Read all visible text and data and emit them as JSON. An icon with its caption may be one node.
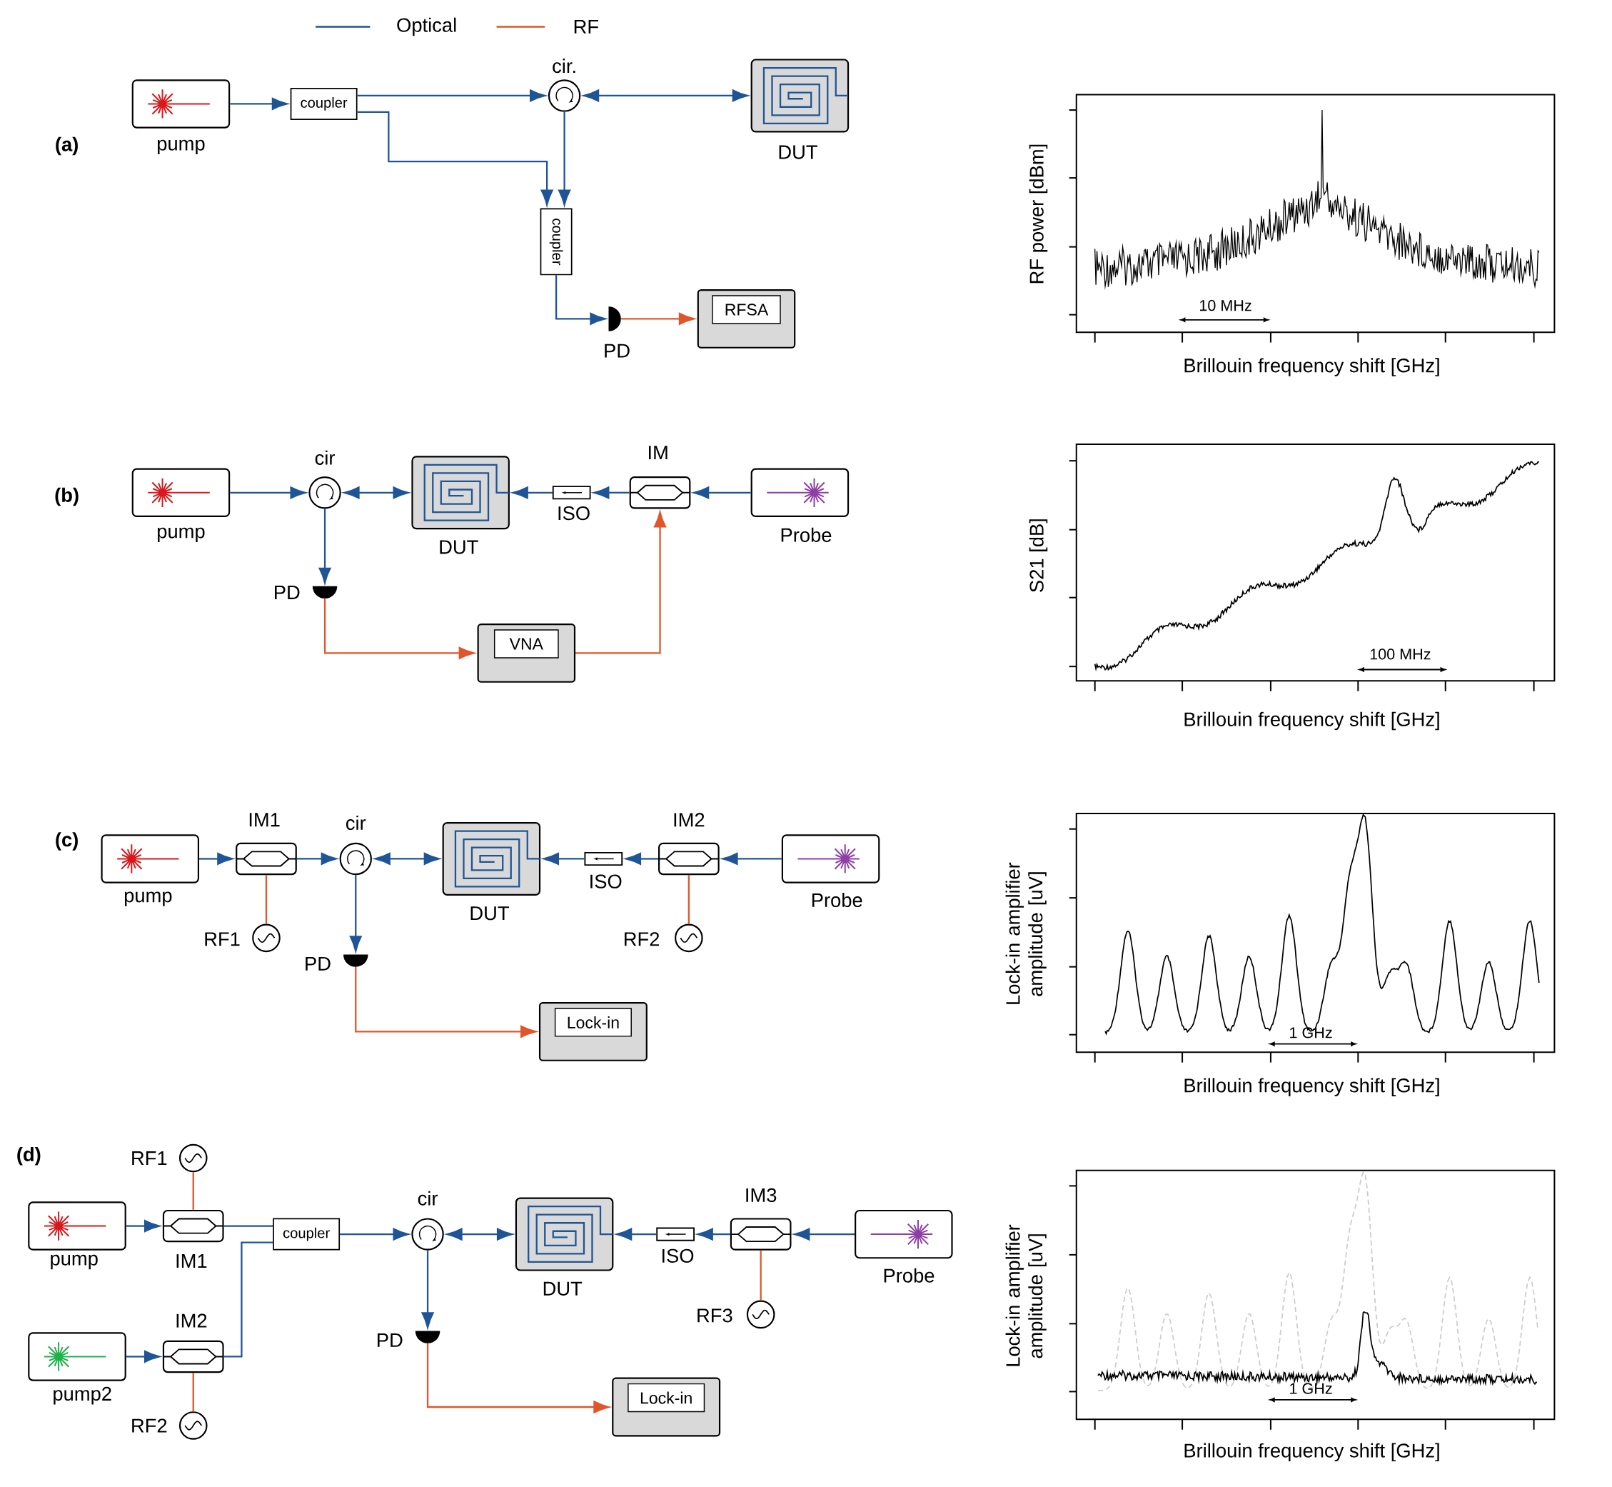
{
  "diagram": {
    "nodes": [
      {
        "text": [
          "pump"
        ]
      },
      {
        "text": [
          "coupler"
        ]
      },
      {
        "text": [
          "cir."
        ]
      },
      {
        "text": [
          "DUT"
        ]
      },
      {
        "text": [
          "coupler"
        ]
      },
      {
        "text": [
          "PD"
        ]
      },
      {
        "text": [
          "RFSA"
        ]
      },
      {
        "text": [
          "pump"
        ]
      },
      {
        "text": [
          "cir"
        ]
      },
      {
        "text": [
          "DUT"
        ]
      },
      {
        "text": [
          "ISO"
        ]
      },
      {
        "text": [
          "IM"
        ]
      },
      {
        "text": [
          "Probe"
        ]
      },
      {
        "text": [
          "PD"
        ]
      },
      {
        "text": [
          "VNA"
        ]
      },
      {
        "text": [
          "pump"
        ]
      },
      {
        "text": [
          "IM1"
        ]
      },
      {
        "text": [
          "RF1"
        ]
      },
      {
        "text": [
          "cir"
        ]
      },
      {
        "text": [
          "DUT"
        ]
      },
      {
        "text": [
          "ISO"
        ]
      },
      {
        "text": [
          "IM2"
        ]
      },
      {
        "text": [
          "RF2"
        ]
      },
      {
        "text": [
          "Probe"
        ]
      },
      {
        "text": [
          "PD"
        ]
      },
      {
        "text": [
          "Lock-in"
        ]
      },
      {
        "text": [
          "RF1"
        ]
      },
      {
        "text": [
          "pump"
        ]
      },
      {
        "text": [
          "IM1"
        ]
      },
      {
        "text": [
          "coupler"
        ]
      },
      {
        "text": [
          "pump2"
        ]
      },
      {
        "text": [
          "IM2"
        ]
      },
      {
        "text": [
          "RF2"
        ]
      },
      {
        "text": [
          "cir"
        ]
      },
      {
        "text": [
          "DUT"
        ]
      },
      {
        "text": [
          "ISO"
        ]
      },
      {
        "text": [
          "IM3"
        ]
      },
      {
        "text": [
          "RF3"
        ]
      },
      {
        "text": [
          "Probe"
        ]
      },
      {
        "text": [
          "PD"
        ]
      },
      {
        "text": [
          "Lock-in"
        ]
      }
    ],
    "edges": [
      {
        "from": 0,
        "to": 1,
        "arrow": "to"
      },
      {
        "from": 1,
        "to": 2,
        "arrow": "to"
      },
      {
        "from": 2,
        "to": 3,
        "arrow": "both"
      },
      {
        "from": 2,
        "to": 4,
        "arrow": "to"
      },
      {
        "from": 1,
        "to": 4,
        "arrow": "to"
      },
      {
        "from": 4,
        "to": 5,
        "arrow": "to"
      },
      {
        "from": 5,
        "to": 6,
        "arrow": "to",
        "color": "#e0562a"
      },
      {
        "from": 7,
        "to": 8,
        "arrow": "to"
      },
      {
        "from": 8,
        "to": 9,
        "arrow": "both"
      },
      {
        "from": 10,
        "to": 9,
        "arrow": "to"
      },
      {
        "from": 11,
        "to": 10,
        "arrow": "to"
      },
      {
        "from": 12,
        "to": 11,
        "arrow": "to"
      },
      {
        "from": 8,
        "to": 13,
        "arrow": "to"
      },
      {
        "from": 13,
        "to": 14,
        "arrow": "to",
        "color": "#e0562a"
      },
      {
        "from": 14,
        "to": 11,
        "arrow": "to",
        "color": "#e0562a"
      },
      {
        "from": 15,
        "to": 16,
        "arrow": "to"
      },
      {
        "from": 17,
        "to": 16,
        "arrow": "none",
        "color": "#e0562a"
      },
      {
        "from": 16,
        "to": 18,
        "arrow": "to"
      },
      {
        "from": 18,
        "to": 19,
        "arrow": "both"
      },
      {
        "from": 20,
        "to": 19,
        "arrow": "to"
      },
      {
        "from": 21,
        "to": 20,
        "arrow": "to"
      },
      {
        "from": 22,
        "to": 21,
        "arrow": "none",
        "color": "#e0562a"
      },
      {
        "from": 23,
        "to": 21,
        "arrow": "to"
      },
      {
        "from": 18,
        "to": 24,
        "arrow": "to"
      },
      {
        "from": 24,
        "to": 25,
        "arrow": "to",
        "color": "#e0562a"
      },
      {
        "from": 26,
        "to": 28,
        "arrow": "none",
        "color": "#e0562a"
      },
      {
        "from": 27,
        "to": 28,
        "arrow": "to"
      },
      {
        "from": 28,
        "to": 29,
        "arrow": "none"
      },
      {
        "from": 31,
        "to": 29,
        "arrow": "none"
      },
      {
        "from": 30,
        "to": 31,
        "arrow": "to"
      },
      {
        "from": 32,
        "to": 31,
        "arrow": "none",
        "color": "#e0562a"
      },
      {
        "from": 29,
        "to": 33,
        "arrow": "to"
      },
      {
        "from": 33,
        "to": 34,
        "arrow": "both"
      },
      {
        "from": 35,
        "to": 34,
        "arrow": "to"
      },
      {
        "from": 36,
        "to": 35,
        "arrow": "to"
      },
      {
        "from": 38,
        "to": 36,
        "arrow": "to"
      },
      {
        "from": 37,
        "to": 36,
        "arrow": "none",
        "color": "#e0562a"
      },
      {
        "from": 33,
        "to": 39,
        "arrow": "to"
      },
      {
        "from": 39,
        "to": 40,
        "arrow": "to",
        "color": "#e0562a"
      }
    ],
    "labels": [
      "(a)",
      "RF power [dBm]",
      "10 MHz",
      "Brillouin frequency shift [GHz]",
      "(b)",
      "S21 [dB]",
      "100 MHz",
      "Brillouin frequency shift [GHz]",
      "(c)",
      "Lock-in amplifier amplitude [uV]",
      "1 GHz",
      "Brillouin frequency shift [GHz]",
      "(d)",
      "Lock-in amplifier amplitude [uV]",
      "1 GHz",
      "Brillouin frequency shift [GHz]"
    ],
    "legend": [
      {
        "text": "Optical"
      },
      {
        "text": "RF"
      }
    ]
  }
}
